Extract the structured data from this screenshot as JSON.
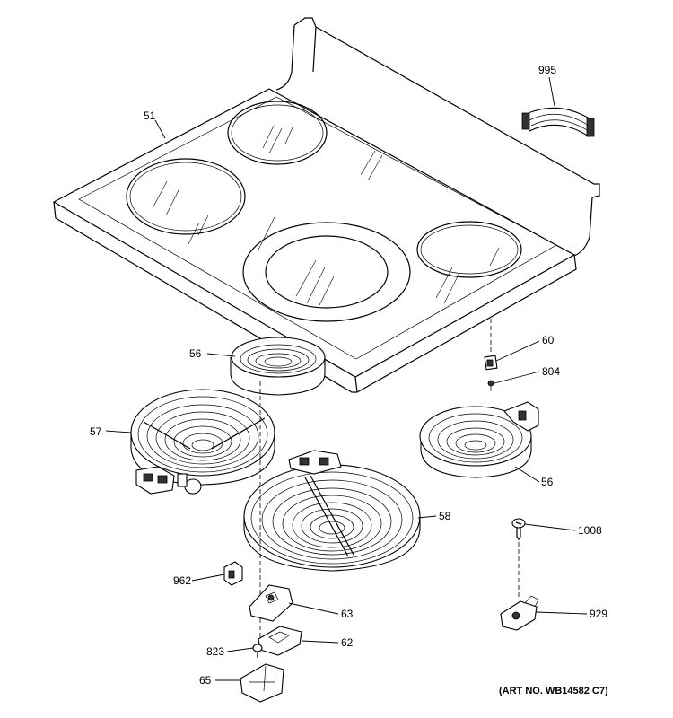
{
  "labels": {
    "p51": "51",
    "p995": "995",
    "p60": "60",
    "p804": "804",
    "p56a": "56",
    "p56b": "56",
    "p57": "57",
    "p58": "58",
    "p1008": "1008",
    "p962": "962",
    "p63": "63",
    "p929": "929",
    "p823": "823",
    "p62": "62",
    "p65": "65"
  },
  "art_number": "(ART NO. WB14582 C7)"
}
